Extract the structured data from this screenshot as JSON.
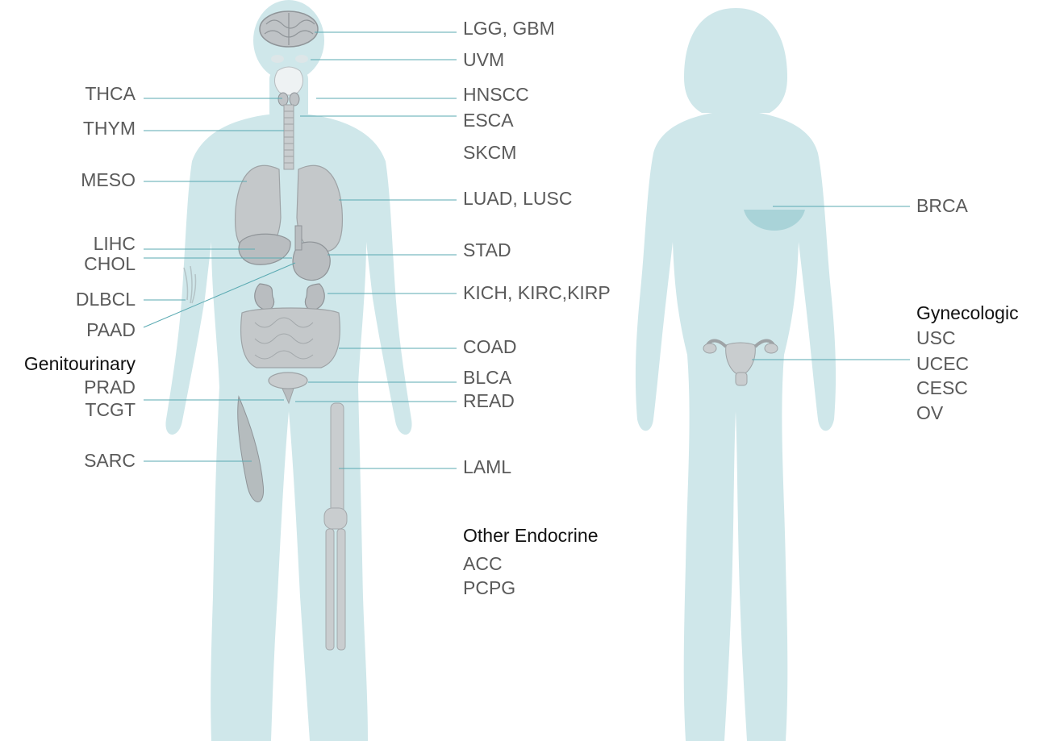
{
  "colors": {
    "body_fill": "#cfe7ea",
    "leader_line": "#5aaab2",
    "organ": "#c4c8ca",
    "organ_stroke": "#9ea3a6",
    "label_text": "#5a5a5a",
    "heading_text": "#111111"
  },
  "male_figure": {
    "left_labels": {
      "thca": "THCA",
      "thym": "THYM",
      "meso": "MESO",
      "lihc": "LIHC",
      "chol": "CHOL",
      "dlbcl": "DLBCL",
      "paad": "PAAD",
      "genitourinary_heading": "Genitourinary",
      "prad": "PRAD",
      "tcgt": "TCGT",
      "sarc": "SARC"
    },
    "right_labels": {
      "lgg_gbm": "LGG, GBM",
      "uvm": "UVM",
      "hnscc": "HNSCC",
      "esca": "ESCA",
      "skcm": "SKCM",
      "luad_lusc": "LUAD, LUSC",
      "stad": "STAD",
      "kich_kirc_kirp": "KICH, KIRC,KIRP",
      "coad": "COAD",
      "blca": "BLCA",
      "read": "READ",
      "laml": "LAML"
    },
    "other_endocrine": {
      "heading": "Other Endocrine",
      "items": [
        "ACC",
        "PCPG"
      ]
    }
  },
  "female_figure": {
    "brca": "BRCA",
    "gynecologic": {
      "heading": "Gynecologic",
      "items": [
        "USC",
        "UCEC",
        "CESC",
        "OV"
      ]
    }
  }
}
